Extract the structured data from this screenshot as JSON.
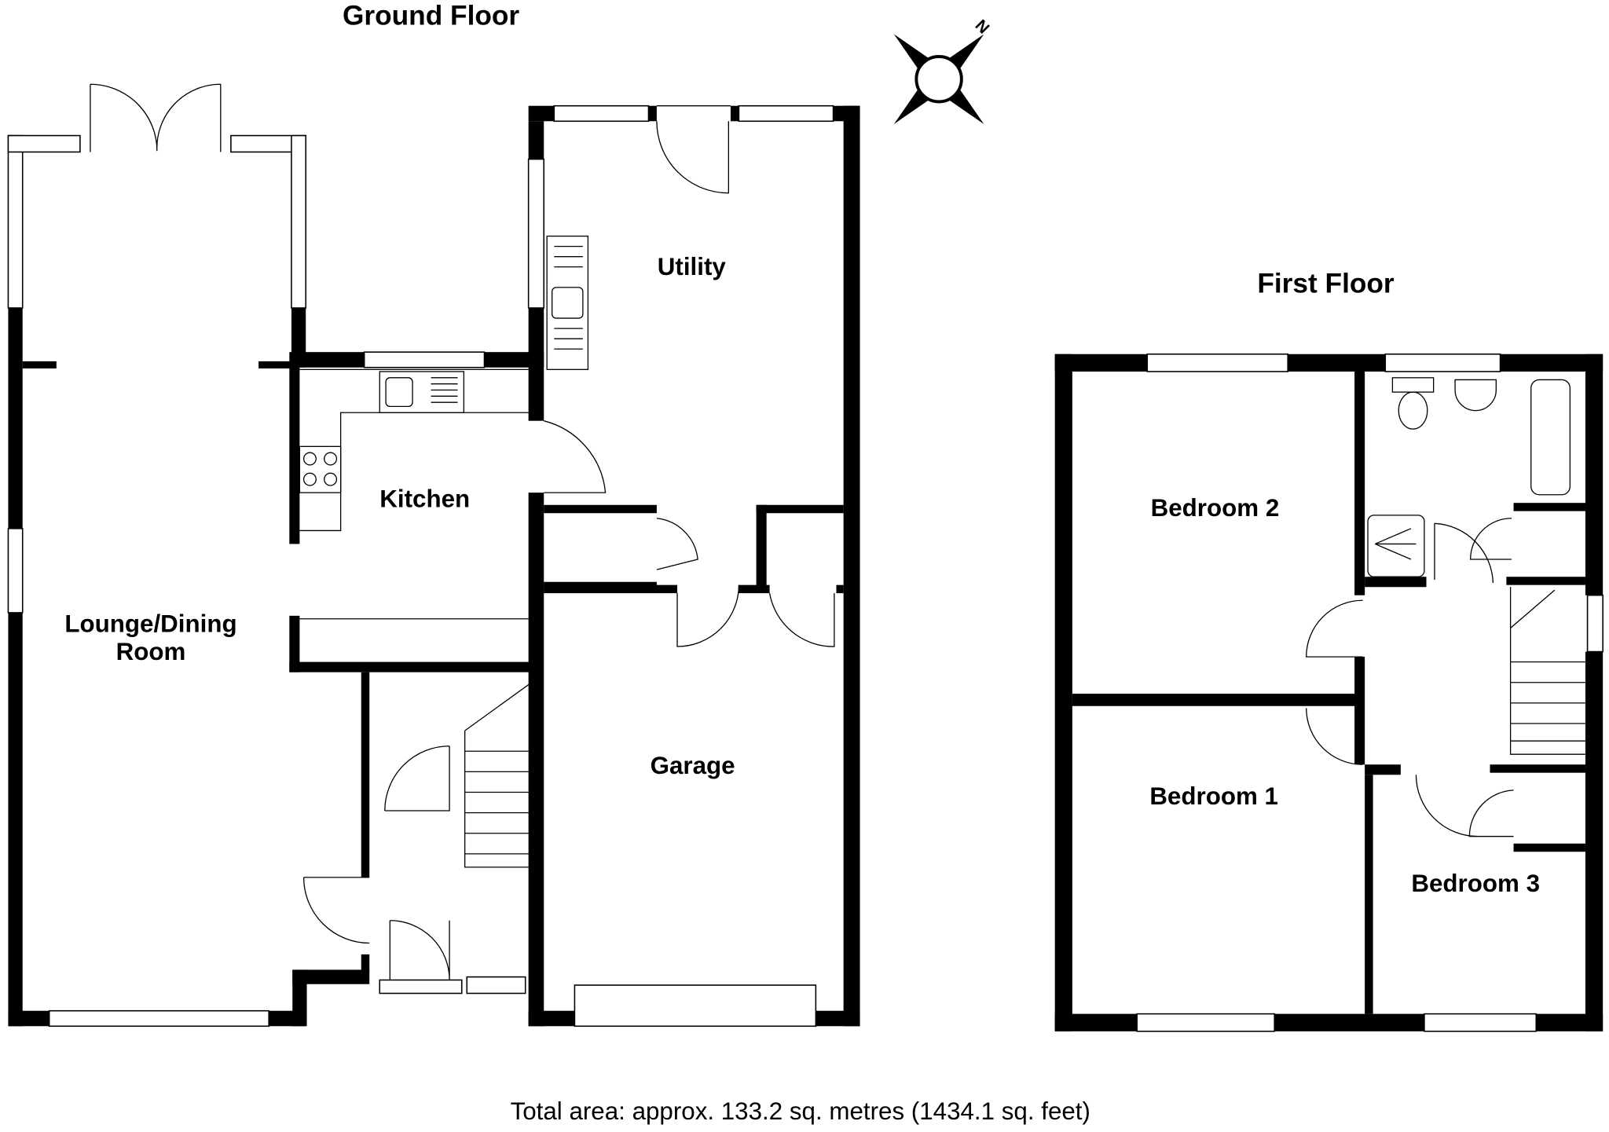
{
  "ground_floor": {
    "title": "Ground Floor",
    "rooms": {
      "lounge_line1": "Lounge/Dining",
      "lounge_line2": "Room",
      "kitchen": "Kitchen",
      "utility": "Utility",
      "garage": "Garage"
    }
  },
  "first_floor": {
    "title": "First Floor",
    "rooms": {
      "bedroom2": "Bedroom 2",
      "bedroom1": "Bedroom 1",
      "bedroom3": "Bedroom 3"
    }
  },
  "compass": {
    "label": "N"
  },
  "footer": {
    "total_area": "Total area: approx. 133.2 sq. metres (1434.1 sq. feet)"
  }
}
